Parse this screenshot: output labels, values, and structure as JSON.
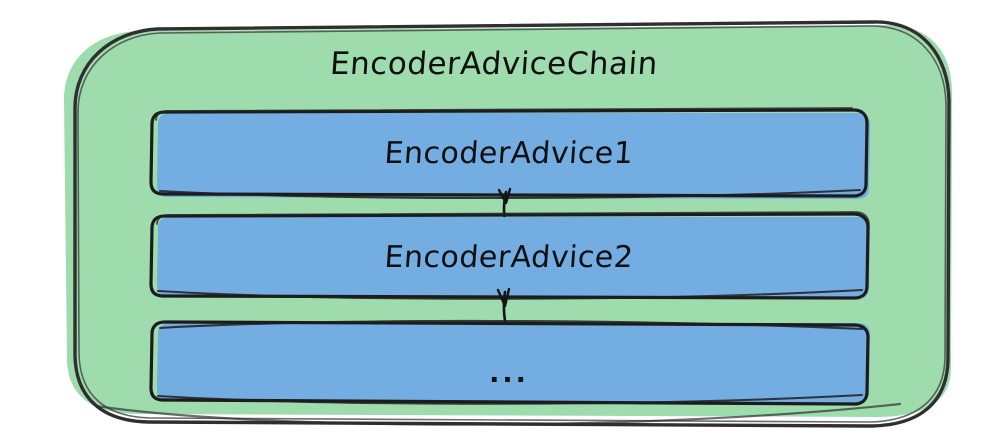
{
  "diagram": {
    "type": "nested-block-diagram",
    "container": {
      "label": "EncoderAdviceChain",
      "fill_color": "#9edcae",
      "stroke_color": "#2b2b2b"
    },
    "nodes": [
      {
        "id": "encoder-advice-1",
        "label": "EncoderAdvice1",
        "fill_color": "#74ade1",
        "stroke_color": "#1c1c1c"
      },
      {
        "id": "encoder-advice-2",
        "label": "EncoderAdvice2",
        "fill_color": "#74ade1",
        "stroke_color": "#1c1c1c"
      },
      {
        "id": "encoder-advice-more",
        "label": "...",
        "fill_color": "#74ade1",
        "stroke_color": "#1c1c1c"
      }
    ],
    "connectors": [
      {
        "from": "encoder-advice-1",
        "to": "encoder-advice-2"
      },
      {
        "from": "encoder-advice-2",
        "to": "encoder-advice-more"
      }
    ],
    "background_color": "#ffffff"
  }
}
